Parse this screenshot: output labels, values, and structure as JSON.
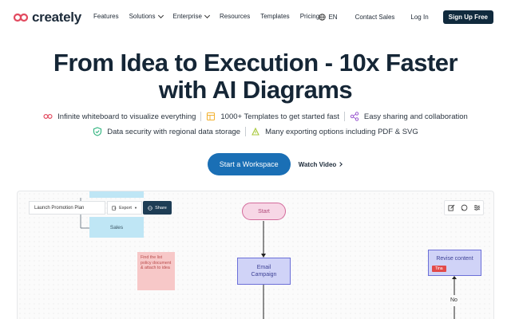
{
  "brand": {
    "name": "creately",
    "color": "#e24a5f"
  },
  "nav": {
    "links": [
      {
        "label": "Features",
        "dropdown": false
      },
      {
        "label": "Solutions",
        "dropdown": true
      },
      {
        "label": "Enterprise",
        "dropdown": true
      },
      {
        "label": "Resources",
        "dropdown": false
      },
      {
        "label": "Templates",
        "dropdown": false
      },
      {
        "label": "Pricing",
        "dropdown": false
      }
    ],
    "language": "EN",
    "contact": "Contact Sales",
    "login": "Log In",
    "signup": "Sign Up Free"
  },
  "hero": {
    "title_line1": "From Idea to Execution - 10x Faster",
    "title_line2": "with AI Diagrams",
    "features_row1": [
      {
        "icon": "infinity-icon",
        "text": "Infinite whiteboard to visualize everything"
      },
      {
        "icon": "templates-icon",
        "text": "1000+ Templates to get started fast"
      },
      {
        "icon": "share-nodes-icon",
        "text": "Easy sharing and collaboration"
      }
    ],
    "features_row2": [
      {
        "icon": "shield-check-icon",
        "text": "Data security with regional data storage"
      },
      {
        "icon": "export-icon",
        "text": "Many exporting options including PDF & SVG"
      }
    ],
    "cta": "Start a Workspace",
    "watch": "Watch Video"
  },
  "canvas": {
    "doc_name": "Launch Promotion Plan",
    "export_label": "Export",
    "share_label": "Share",
    "nodes": {
      "sales": "Sales",
      "sticky": "Find the list policy document & attach to idea",
      "start": "Start",
      "email_line1": "Email",
      "email_line2": "Campaign",
      "revise": "Revise content",
      "tina": "Tina",
      "no": "No"
    }
  },
  "colors": {
    "primary_dark": "#102a3d",
    "cta_blue": "#1a6fb5",
    "start_pink": "#d36a9b",
    "process_purple": "#6b6fd8",
    "sales_blue": "#bfe6f5",
    "sticky_pink": "#f7c8c8"
  }
}
